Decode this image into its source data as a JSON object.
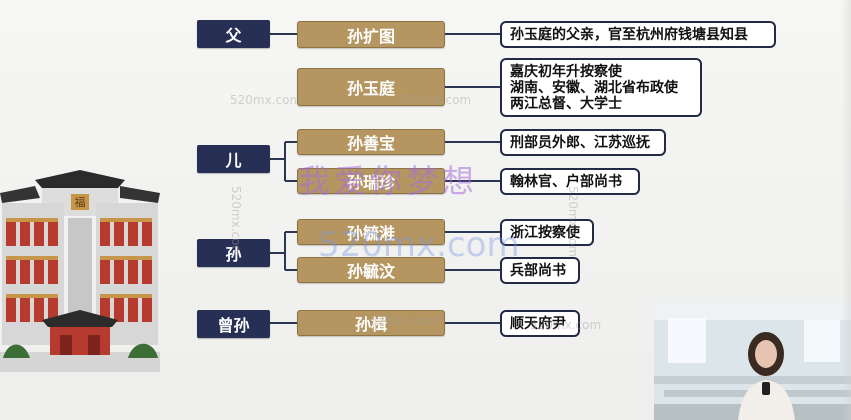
{
  "diagram": {
    "generations": [
      {
        "id": "father",
        "label": "父"
      },
      {
        "id": "son",
        "label": "儿"
      },
      {
        "id": "grandson",
        "label": "孙"
      },
      {
        "id": "great_grandson",
        "label": "曾孙"
      }
    ],
    "people": [
      {
        "id": "sun_kuotu",
        "name": "孙扩图",
        "description": [
          "孙玉庭的父亲，官至杭州府钱塘县知县"
        ]
      },
      {
        "id": "sun_yuting",
        "name": "孙玉庭",
        "description": [
          "嘉庆初年升按察使",
          "湖南、安徽、湖北省布政使",
          "两江总督、大学士"
        ]
      },
      {
        "id": "sun_shanbao",
        "name": "孙善宝",
        "description": [
          "刑部员外郎、江苏巡抚"
        ]
      },
      {
        "id": "sun_ruizhen",
        "name": "孙瑞珍",
        "description": [
          "翰林官、户部尚书"
        ]
      },
      {
        "id": "sun_yuxiang",
        "name": "孙毓溎",
        "description": [
          "浙江按察使"
        ]
      },
      {
        "id": "sun_yuwen",
        "name": "孙毓汶",
        "description": [
          "兵部尚书"
        ]
      },
      {
        "id": "sun_ji",
        "name": "孙楫",
        "description": [
          "顺天府尹"
        ]
      }
    ]
  },
  "watermarks": {
    "main": "我爱你梦想",
    "url": "520mx.com",
    "small": "520mx.com"
  },
  "illustration": {
    "building_sign": "福",
    "building_colors": {
      "roof": "#2b2b2b",
      "wall": "#d8d8d8",
      "pillar": "#b63a2e",
      "window": "#c89648"
    }
  },
  "accent_colors": {
    "generation_box": "#272f55",
    "name_box": "#b59661",
    "desc_border": "#222a45"
  }
}
